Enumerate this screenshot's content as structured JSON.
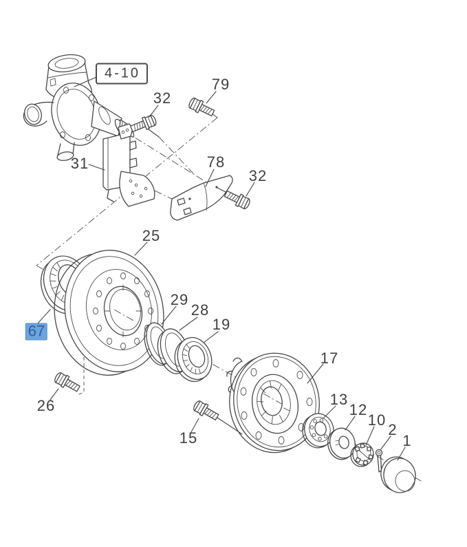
{
  "diagram": {
    "kind": "exploded-parts-diagram",
    "highlighted_part": "67",
    "colors": {
      "background": "#ffffff",
      "line": "#474747",
      "label_text": "#3f3f3f",
      "highlight_bg": "#6ca4dc",
      "highlight_border": "#5590cd",
      "highlight_text": "#2e5c9e"
    },
    "labels": {
      "p4_10": "4-10",
      "p32a": "32",
      "p79": "79",
      "p31": "31",
      "p78": "78",
      "p32b": "32",
      "p25": "25",
      "p67": "67",
      "p29": "29",
      "p28": "28",
      "p19": "19",
      "p17": "17",
      "p13": "13",
      "p12": "12",
      "p10": "10",
      "p2": "2",
      "p1": "1",
      "p15": "15",
      "p26": "26"
    }
  }
}
